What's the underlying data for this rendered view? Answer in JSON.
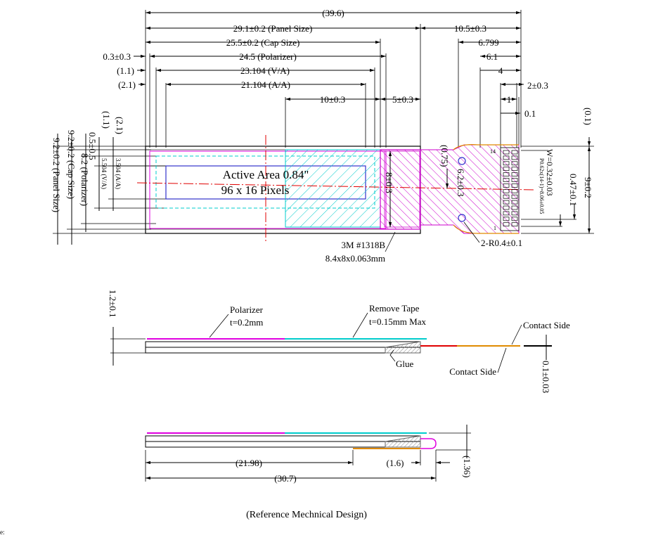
{
  "top_view": {
    "overall_length": "(39.6)",
    "panel_size_width": "29.1±0.2 (Panel Size)",
    "fpc_length": "10.5±0.3",
    "cap_size_width": "25.5±0.2 (Cap Size)",
    "dim_6799": "6.799",
    "polarizer_offset": "0.3±0.3",
    "polarizer_width": "24.5 (Polarizer)",
    "dim_61": "6.1",
    "va_offset": "(1.1)",
    "va_width": "23.104 (V/A)",
    "dim_4": "4",
    "aa_offset": "(2.1)",
    "aa_width": "21.104 (A/A)",
    "pin_pitch_tol": "2±0.3",
    "dim_10": "10±0.3",
    "dim_5": "5±0.3",
    "dim_1": "1",
    "dim_01": "0.1",
    "left_05": "0.5±0.5",
    "left_11": "(1.1)",
    "left_21": "(2.1)",
    "left_82": "8.2 (Polarizer)",
    "left_92cap": "9.2±0.2 (Cap Size)",
    "left_92panel": "9.2±0.2 (Panel Size)",
    "va_height": "5.504 (V/A)",
    "aa_height": "3.504 (A/A)",
    "active_area_line1": "Active Area 0.84\"",
    "active_area_line2": "96 x 16 Pixels",
    "tape_height": "8±0.3",
    "dim_075": "(0.75)",
    "hole_spacing": "6.2±0.3",
    "radius": "2-R0.4±0.1",
    "tape_name": "3M #1318B",
    "tape_size": "8.4x8x0.063mm",
    "pin14": "14",
    "pin1": "1",
    "pitch_formula": "P0.62x(14-1)=8.06±0.05",
    "width_w": "W=0.32±0.03",
    "dim_047": "0.47±0.1",
    "dim_9": "9±0.2",
    "dim_right_01": "(0.1)"
  },
  "side_view": {
    "thickness": "1.2±0.1",
    "polarizer_label": "Polarizer",
    "polarizer_t": "t=0.2mm",
    "remove_tape_label": "Remove Tape",
    "remove_tape_t": "t=0.15mm Max",
    "contact_side_top": "Contact Side",
    "contact_side_bottom": "Contact Side",
    "glue": "Glue",
    "fpc_thickness": "0.1±0.03"
  },
  "bent_view": {
    "dim_2198": "(21.98)",
    "dim_16": "(1.6)",
    "dim_307": "(30.7)",
    "dim_136": "(1.36)"
  },
  "caption": "(Reference Mechnical Design)",
  "corner_mark": "e:",
  "colors": {
    "polarizer": "#e000e0",
    "active_area": "#00cccc",
    "tape": "#cc00cc",
    "center_line": "#e00000",
    "va_box": "#3333cc",
    "fpc": "#e08a00"
  }
}
